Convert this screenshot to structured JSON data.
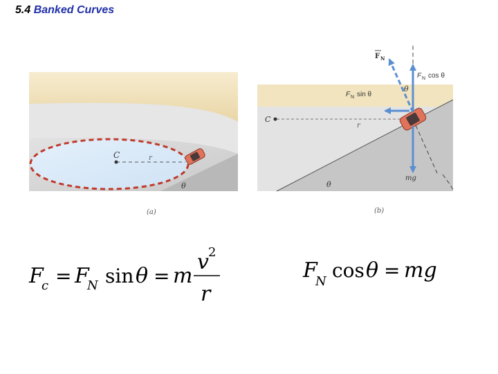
{
  "slide": {
    "title_number": "5.4",
    "title_text": "Banked Curves"
  },
  "figure_a": {
    "caption": "(a)",
    "center_label": "C",
    "radius_label": "r",
    "angle_label": "θ"
  },
  "figure_b": {
    "caption": "(b)",
    "center_label": "C",
    "radius_label": "r",
    "angle_label": "θ",
    "angle_label_top": "θ",
    "fn_vec": "F",
    "fn_vec_sub": "N",
    "fn_cos": "F",
    "fn_cos_sub": "N",
    "fn_cos_rest": "cos θ",
    "fn_sin": "F",
    "fn_sin_sub": "N",
    "fn_sin_rest": "sin θ",
    "weight": "mg"
  },
  "equations": {
    "eq1": {
      "lhs": "F",
      "lhs_sub": "c",
      "eq1": "=",
      "fn": "F",
      "fn_sub": "N",
      "sin": "sin",
      "theta": "θ",
      "eq2": "=",
      "m": "m",
      "num": "v",
      "num_exp": "2",
      "den": "r"
    },
    "eq2": {
      "fn": "F",
      "fn_sub": "N",
      "cos": "cos",
      "theta": "θ",
      "eq": "=",
      "rhs": "mg"
    }
  },
  "colors": {
    "title_blue": "#1f2fa8",
    "force_blue": "#5b8fd0",
    "dashed_red": "#c0392b",
    "road_gray": "#bdbdbd",
    "wall_tan": "#f2e2b8",
    "car_red": "#e0735a"
  }
}
